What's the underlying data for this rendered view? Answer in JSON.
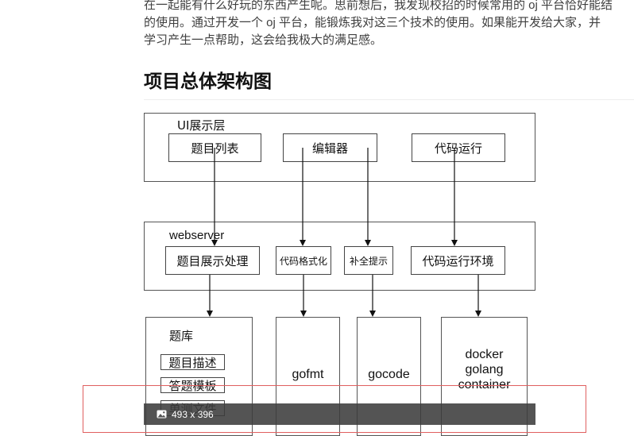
{
  "article": {
    "lines": [
      "在一起能有什么好玩的东西产生呢。思前想后，我发现校招的时候常用的 oj 平台恰好能结",
      "的使用。通过开发一个 oj 平台，能锻炼我对这三个技术的使用。如果能开发给大家，并",
      "学习产生一点帮助，这会给我极大的满足感。"
    ],
    "heading": "项目总体架构图"
  },
  "diagram": {
    "ui_layer": {
      "title": "UI展示层",
      "items": [
        "题目列表",
        "编辑器",
        "代码运行"
      ]
    },
    "webserver": {
      "title": "webserver",
      "items": [
        "题目展示处理",
        "代码格式化",
        "补全提示",
        "代码运行环境"
      ]
    },
    "tiku": {
      "title": "题库",
      "items": [
        "题目描述",
        "答题模板",
        "单测文件"
      ]
    },
    "gofmt": "gofmt",
    "gocode": "gocode",
    "docker": [
      "docker",
      "golang",
      "container"
    ]
  },
  "image_overlay": {
    "dimensions": "493 x 396",
    "icon": "image-icon"
  },
  "colors": {
    "selection_border": "#e06060",
    "overlay_bg": "#3c3c3c"
  }
}
